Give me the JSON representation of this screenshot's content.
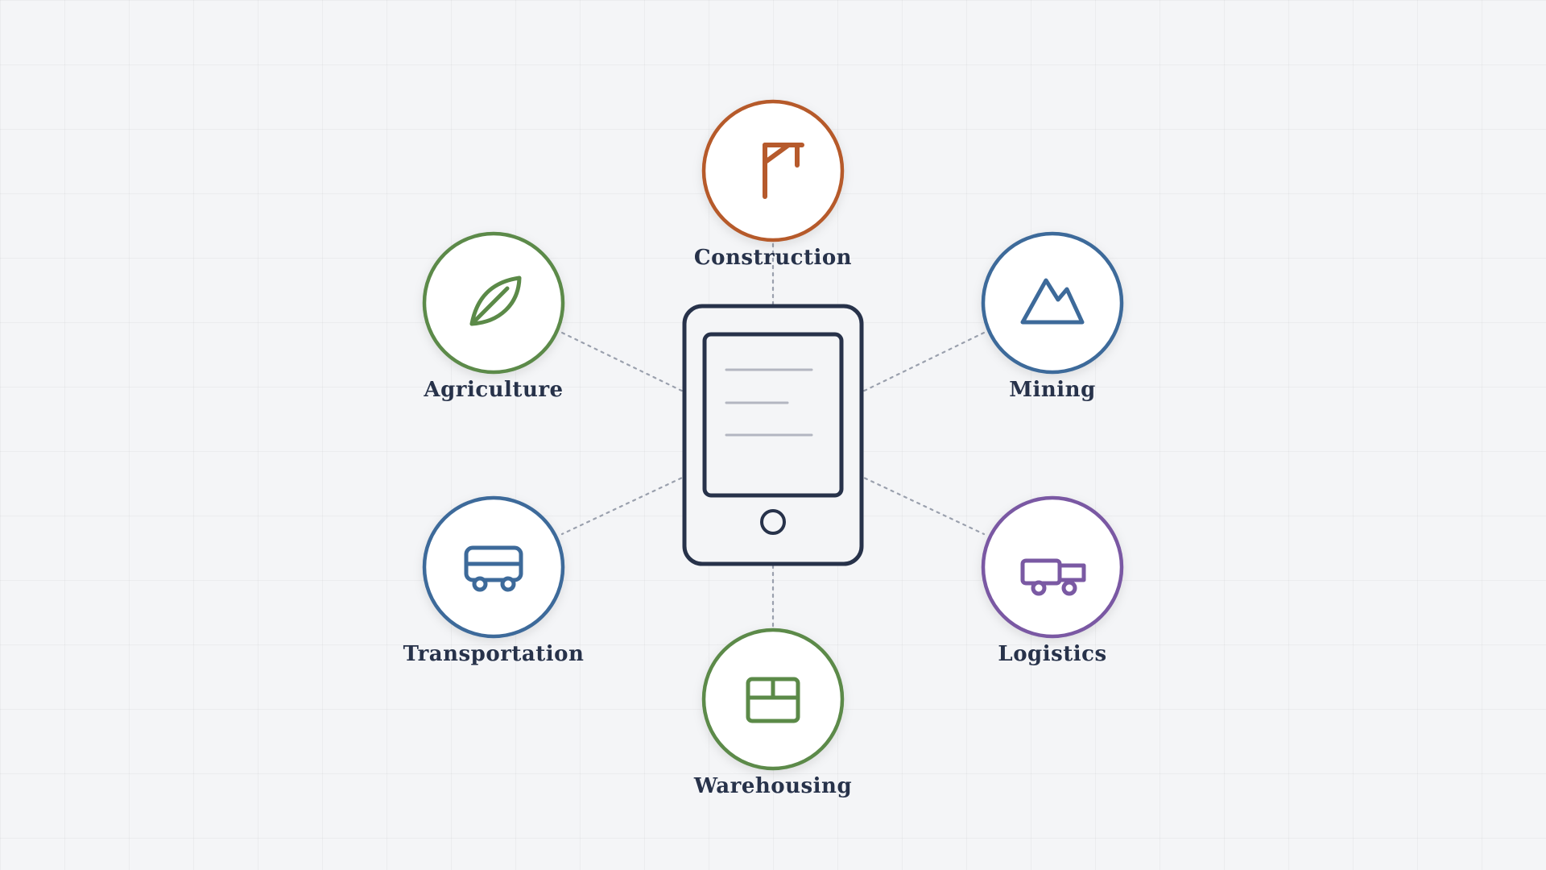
{
  "colors": {
    "background": "#f4f5f7",
    "device": "#27324a",
    "screen_lines": "#b3b6c1",
    "connector": "#9aa0ad",
    "construction": "#b65a2c",
    "mining": "#3d6a9a",
    "agriculture": "#5b8a48",
    "transportation": "#3d6a9a",
    "logistics": "#7a59a3",
    "warehousing": "#5b8a48",
    "label": "#27324a"
  },
  "center": {
    "icon": "tablet-icon"
  },
  "nodes": {
    "construction": {
      "label": "Construction",
      "icon": "crane-icon"
    },
    "agriculture": {
      "label": "Agriculture",
      "icon": "leaf-icon"
    },
    "mining": {
      "label": "Mining",
      "icon": "mountain-icon"
    },
    "transportation": {
      "label": "Transportation",
      "icon": "bus-icon"
    },
    "logistics": {
      "label": "Logistics",
      "icon": "truck-icon"
    },
    "warehousing": {
      "label": "Warehousing",
      "icon": "warehouse-box-icon"
    }
  }
}
